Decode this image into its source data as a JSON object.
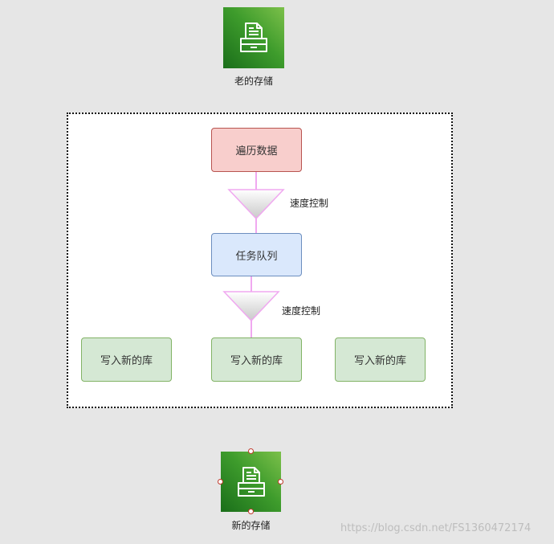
{
  "top_storage": {
    "label": "老的存储",
    "icon": "archive-icon"
  },
  "bottom_storage": {
    "label": "新的存储",
    "icon": "archive-icon"
  },
  "nodes": {
    "traverse": "遍历数据",
    "queue": "任务队列",
    "write_1": "写入新的库",
    "write_2": "写入新的库",
    "write_3": "写入新的库"
  },
  "funnels": [
    {
      "label": "速度控制"
    },
    {
      "label": "速度控制"
    }
  ],
  "watermark": "https://blog.csdn.net/FS1360472174",
  "colors": {
    "node_red_fill": "#f8cecc",
    "node_blue_fill": "#dae8fc",
    "node_green_fill": "#d5e8d4",
    "connector": "#f0a8f0",
    "storage_green": "#3e9c2c"
  }
}
